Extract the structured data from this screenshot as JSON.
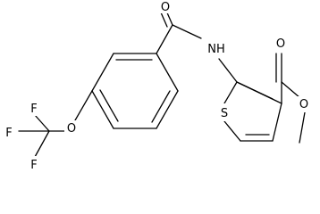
{
  "molecule": {
    "atom_labels": {
      "carbonyl_oxygen_amide": "O",
      "amide_nh": "NH",
      "ester_carbonyl_oxygen": "O",
      "ester_oxygen": "O",
      "ether_oxygen": "O",
      "thiophene_sulfur": "S",
      "fluorine_top": "F",
      "fluorine_left": "F",
      "fluorine_bottom": "F"
    }
  }
}
